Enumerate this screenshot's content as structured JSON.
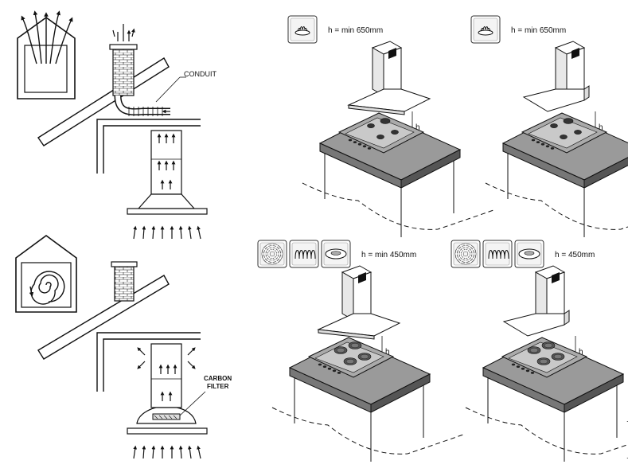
{
  "labels": {
    "conduit": "CONDUIT",
    "carbon_filter_line1": "CARBON",
    "carbon_filter_line2": "FILTER",
    "h": "h"
  },
  "panels": [
    {
      "id": "gas-chimney",
      "icons": [
        "gas-burner-icon"
      ],
      "height_note": "h = min 650mm"
    },
    {
      "id": "gas-wall",
      "icons": [
        "gas-burner-icon"
      ],
      "height_note": "h = min 650mm"
    },
    {
      "id": "electric-chimney",
      "icons": [
        "radiant-hob-icon",
        "halogen-coil-icon",
        "solid-plate-icon"
      ],
      "height_note": "h = min 450mm"
    },
    {
      "id": "electric-wall",
      "icons": [
        "radiant-hob-icon",
        "halogen-coil-icon",
        "solid-plate-icon"
      ],
      "height_note": "h = 450mm"
    }
  ],
  "modes": [
    {
      "id": "ducted-extraction",
      "house_icon": "exhaust-house-icon"
    },
    {
      "id": "recirculation",
      "house_icon": "recirculation-house-icon"
    }
  ]
}
